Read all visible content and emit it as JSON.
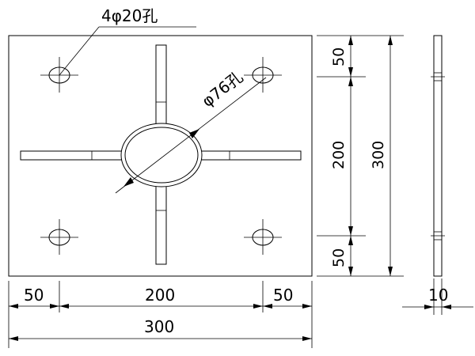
{
  "drawing": {
    "callouts": {
      "bolt_holes": "4φ20孔",
      "center_hole": "φ76孔"
    },
    "dimensions": {
      "right_top": "50",
      "right_middle": "200",
      "right_total": "300",
      "right_bottom": "50",
      "bottom_left": "50",
      "bottom_middle": "200",
      "bottom_right": "50",
      "bottom_total": "300",
      "thickness": "10"
    }
  }
}
